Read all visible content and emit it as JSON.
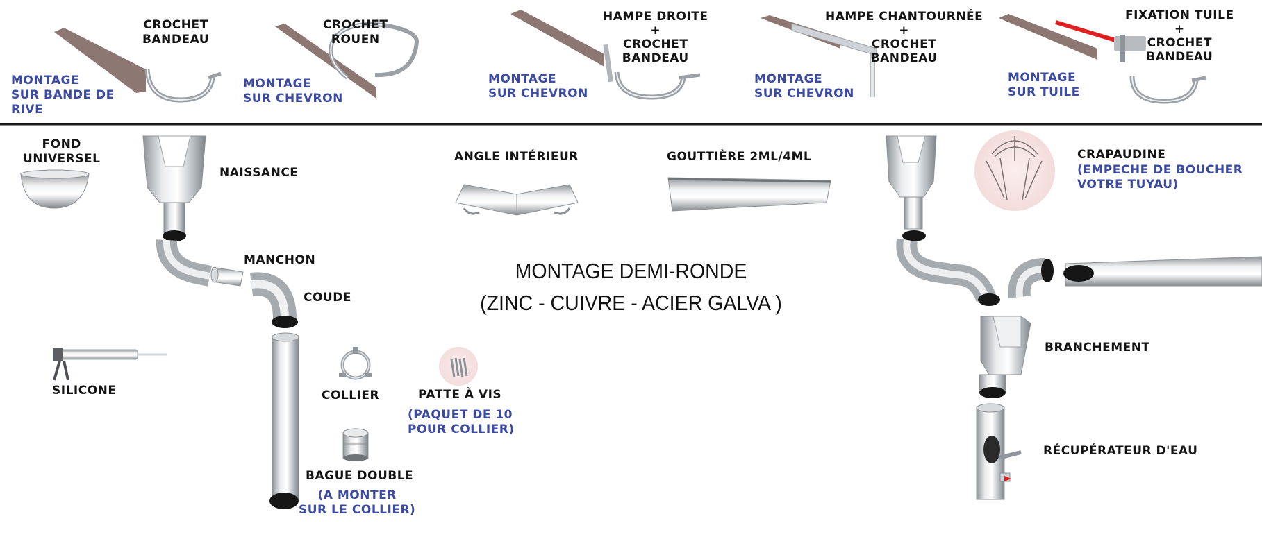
{
  "top_row": [
    {
      "product": "CROCHET\nBANDEAU",
      "mounting": "MONTAGE\nSUR BANDE DE\nRIVE"
    },
    {
      "product": "CROCHET\nROUEN",
      "mounting": "MONTAGE\nSUR CHEVRON"
    },
    {
      "product": "HAMPE DROITE\n+\nCROCHET\nBANDEAU",
      "mounting": "MONTAGE\nSUR CHEVRON"
    },
    {
      "product": "HAMPE CHANTOURNÉE\n+\nCROCHET\nBANDEAU",
      "mounting": "MONTAGE\nSUR CHEVRON"
    },
    {
      "product": "FIXATION TUILE\n+\nCROCHET\nBANDEAU",
      "mounting": "MONTAGE\nSUR TUILE"
    }
  ],
  "title": {
    "line1": "MONTAGE DEMI-RONDE",
    "line2": "(ZINC - CUIVRE - ACIER GALVA )"
  },
  "parts": {
    "fond_universel": "FOND\nUNIVERSEL",
    "naissance": "NAISSANCE",
    "manchon": "MANCHON",
    "coude": "COUDE",
    "silicone": "SILICONE",
    "collier": "COLLIER",
    "patte_a_vis": "PATTE À VIS",
    "patte_a_vis_note": "(PAQUET DE 10\nPOUR COLLIER)",
    "bague_double": "BAGUE DOUBLE",
    "bague_double_note": "(A MONTER\nSUR LE COLLIER)",
    "angle_interieur": "ANGLE INTÉRIEUR",
    "gouttiere": "GOUTTIÈRE 2ML/4ML",
    "crapaudine": "CRAPAUDINE",
    "crapaudine_note": "(EMPECHE DE BOUCHER\nVOTRE TUYAU)",
    "branchement": "BRANCHEMENT",
    "recuperateur": "RÉCUPÉRATEUR D'EAU"
  },
  "colors": {
    "label": "#141414",
    "note": "#3b4aa3",
    "roof": "#8c7772",
    "metal": "#c9cdd1",
    "divider": "#1a1a1a"
  }
}
